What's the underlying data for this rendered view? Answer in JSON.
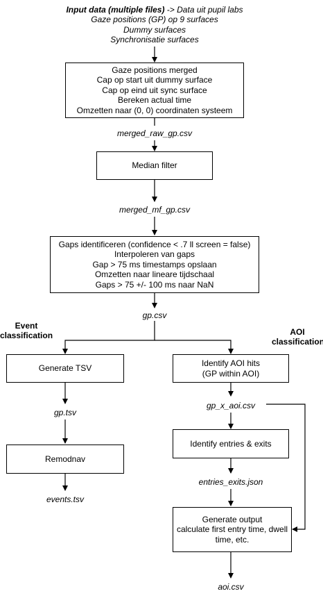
{
  "header": {
    "line1_bold": "Input data (multiple files)",
    "line1_rest": " -> Data uit pupil labs",
    "line2": "Gaze positions (GP) op 9 surfaces",
    "line3": "Dummy surfaces",
    "line4": "Synchronisatie surfaces"
  },
  "box_merge": {
    "lines": [
      "Gaze positions merged",
      "Cap op start uit dummy surface",
      "Cap op eind uit sync surface",
      "Bereken actual time",
      "Omzetten naar (0, 0) coordinaten systeem"
    ]
  },
  "file_merged_raw": "merged_raw_gp.csv",
  "box_median": "Median filter",
  "file_merged_mf": "merged_mf_gp.csv",
  "box_gaps": {
    "lines": [
      "Gaps identificeren (confidence < .7 ll screen = false)",
      "Interpoleren van gaps",
      "Gap > 75 ms timestamps opslaan",
      "Omzetten naar lineare tijdschaal",
      "Gaps > 75 +/- 100 ms naar NaN"
    ]
  },
  "file_gp_csv": "gp.csv",
  "section_event": [
    "Event",
    "classification"
  ],
  "section_aoi": [
    "AOI",
    "classification"
  ],
  "box_tsv": "Generate TSV",
  "file_gp_tsv": "gp.tsv",
  "box_remodnav": "Remodnav",
  "file_events": "events.tsv",
  "box_aoi_hits": [
    "Identify AOI hits",
    "(GP within AOI)"
  ],
  "file_gp_x_aoi": "gp_x_aoi.csv",
  "box_entries": "Identify entries & exits",
  "file_entries_json": "entries_exits.json",
  "box_output": [
    "Generate output",
    "calculate first entry time, dwell",
    "time, etc."
  ],
  "file_aoi": "aoi.csv",
  "colors": {
    "stroke": "#000000",
    "background": "#ffffff"
  }
}
